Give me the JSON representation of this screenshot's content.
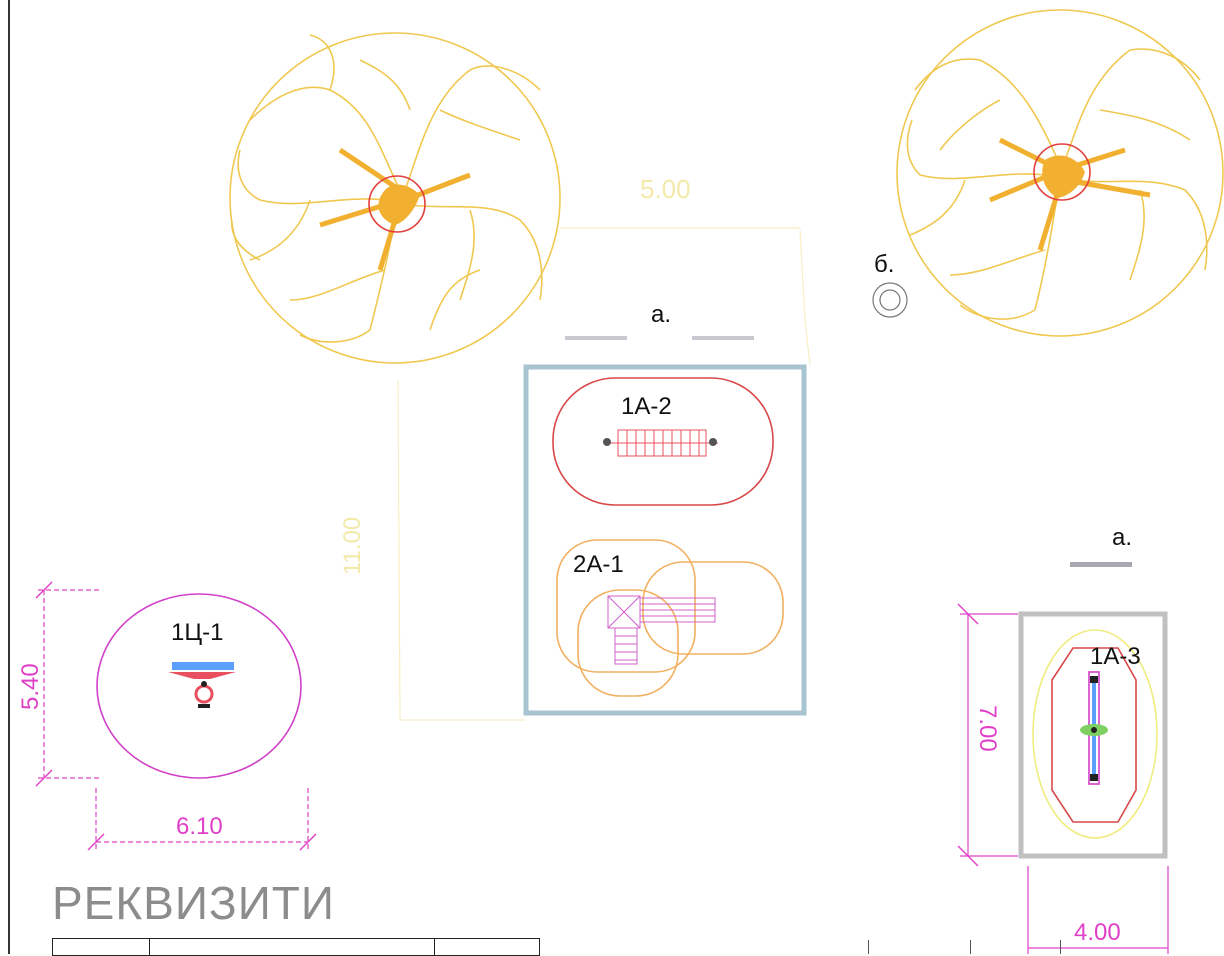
{
  "labels": {
    "a_top": "а.",
    "b": "б.",
    "a_right": "а.",
    "item_1a2": "1А-2",
    "item_2a1": "2А-1",
    "item_1ts1": "1Ц-1",
    "item_1a3": "1А-3"
  },
  "dimensions": {
    "ts1_height": "5.40",
    "ts1_width": "6.10",
    "a3_height": "7.00",
    "a3_width": "4.00",
    "faint_top": "5.00",
    "faint_left": "11.00"
  },
  "section_title": "РЕКВИЗИТИ",
  "colors": {
    "tree": "#f0c850",
    "tree_trunk": "#f2b030",
    "trunk_ring": "#e0403c",
    "zone_border": "#a8c4d0",
    "zone_red": "#d84848",
    "zone_orange": "#f2b060",
    "dimension": "#e040c8",
    "spring_blue": "#5aa0ff"
  }
}
